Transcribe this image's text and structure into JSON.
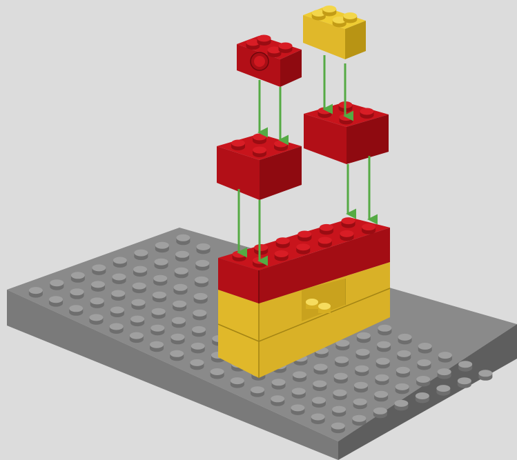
{
  "scene": {
    "type": "lego-building-instruction",
    "background_color": "#dcdcdc",
    "colors": {
      "baseplate_top": "#8a8a8a",
      "baseplate_left": "#7a7a7a",
      "baseplate_right": "#5e5e5e",
      "stud": "#6e6e6e",
      "stud_top": "#a0a0a0",
      "red_top": "#c8141c",
      "red_front": "#b20f17",
      "red_side": "#8f0a10",
      "yellow_top": "#efcc33",
      "yellow_front": "#e0b82a",
      "yellow_side": "#b89414",
      "arrow": "#55aa44"
    },
    "parts": [
      {
        "name": "gray-baseplate",
        "color": "gray",
        "size": "8x16"
      },
      {
        "name": "assembled-wall",
        "color": "red-and-yellow"
      },
      {
        "name": "red-technic-brick",
        "color": "red",
        "size": "1x2"
      },
      {
        "name": "red-brick-2x2-left",
        "color": "red",
        "size": "2x2"
      },
      {
        "name": "yellow-brick-top",
        "color": "yellow",
        "size": "1x2"
      },
      {
        "name": "red-brick-2x2-right",
        "color": "red",
        "size": "2x2"
      }
    ],
    "arrow_count": 8
  }
}
